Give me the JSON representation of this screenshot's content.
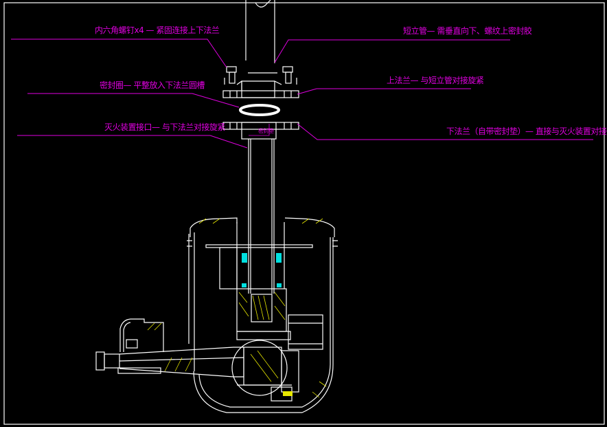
{
  "labels": {
    "bolts": "内六角螺钉x4 — 紧固连接上下法兰",
    "short_pipe": "短立管— 需垂直向下、螺纹上密封胶",
    "seal_ring": "密封圈— 平整放入下法兰圆槽",
    "upper_flange": "上法兰— 与短立管对接旋紧",
    "device_interface": "灭火装置接口— 与下法兰对接旋紧",
    "lower_flange": "下法兰（自带密封垫）— 直接与灭火装置对接旋紧",
    "gasket": "密封垫"
  },
  "colors": {
    "background": "#000000",
    "outline": "#ffffff",
    "annotation": "#e000e0",
    "hatch": "#e8e800",
    "seal": "#00e0e0"
  }
}
